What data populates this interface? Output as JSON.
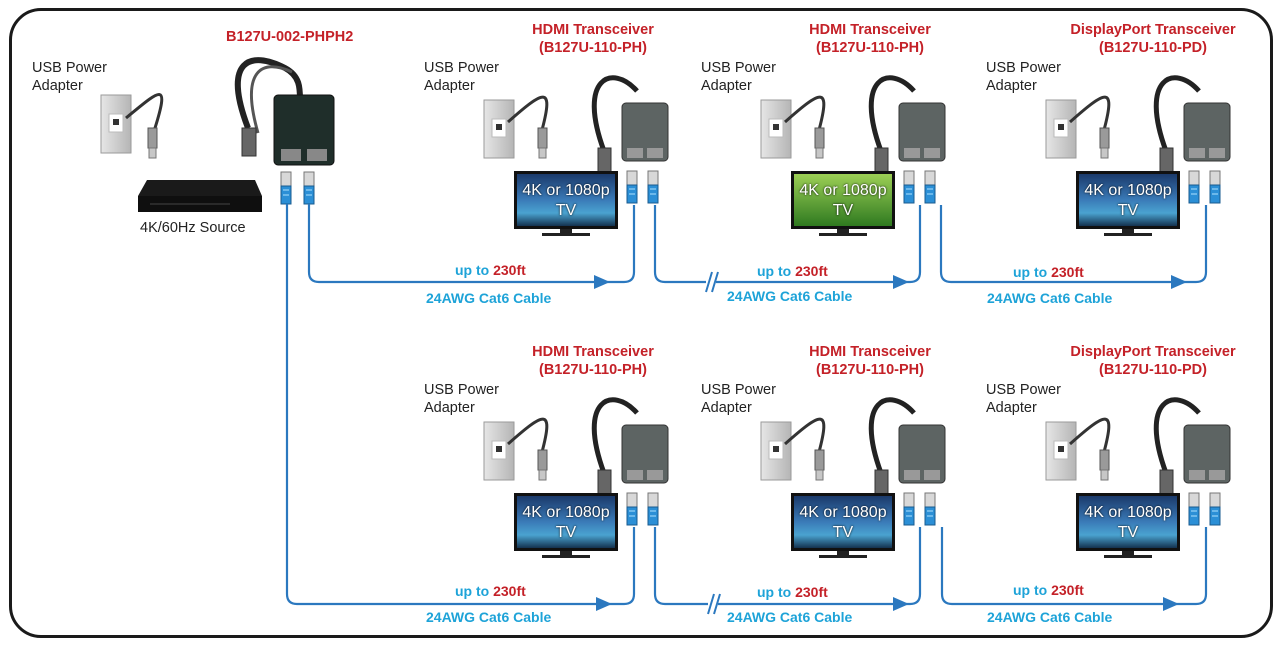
{
  "source": {
    "model": "B127U-002-PHPH2",
    "adapter_label_line1": "USB Power",
    "adapter_label_line2": "Adapter",
    "source_label": "4K/60Hz Source"
  },
  "labels": {
    "adapter_line1": "USB Power",
    "adapter_line2": "Adapter",
    "tv_line1": "4K or 1080p",
    "tv_line2": "TV",
    "distance_prefix": "up to",
    "distance_value": "230ft",
    "cable": "24AWG Cat6 Cable"
  },
  "rows": [
    {
      "units": [
        {
          "title": "HDMI Transceiver",
          "model": "(B127U-110-PH)"
        },
        {
          "title": "HDMI Transceiver",
          "model": "(B127U-110-PH)"
        },
        {
          "title": "DisplayPort Transceiver",
          "model": "(B127U-110-PD)"
        }
      ]
    },
    {
      "units": [
        {
          "title": "HDMI Transceiver",
          "model": "(B127U-110-PH)"
        },
        {
          "title": "HDMI Transceiver",
          "model": "(B127U-110-PH)"
        },
        {
          "title": "DisplayPort Transceiver",
          "model": "(B127U-110-PD)"
        }
      ]
    }
  ],
  "colors": {
    "cable_blue": "#2b78bf",
    "label_red": "#c42128",
    "label_cyan": "#1ea3d8"
  }
}
